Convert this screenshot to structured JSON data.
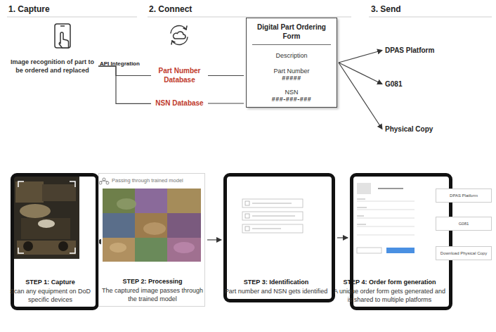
{
  "diagram": {
    "nodes": [
      {
        "text": [
          "Image recognition of part to be ordered and replaced"
        ]
      },
      {
        "text": [
          "Part Number Database"
        ]
      },
      {
        "text": [
          "NSN Database"
        ]
      },
      {
        "text": [
          "Digital Part Ordering Form",
          "Description",
          "Part Number",
          "#####",
          "NSN",
          "###-###-###"
        ]
      },
      {
        "text": [
          "DPAS Platform"
        ]
      },
      {
        "text": [
          "G081"
        ]
      },
      {
        "text": [
          "Physical Copy"
        ]
      },
      {
        "text": [
          "STEP 1: Capture",
          "Scan any equipment on DoD specific devices"
        ]
      },
      {
        "text": [
          "Passing through trained model",
          "STEP 2: Processing",
          "The captured image passes through the trained model"
        ]
      },
      {
        "text": [
          "STEP 3: Identification",
          "Part number and NSN gets identified"
        ]
      },
      {
        "text": [
          "STEP 4: Order form generation",
          "A unique order form gets generated and is shared to multiple platforms"
        ]
      },
      {
        "text": [
          "DPAS Platform"
        ]
      },
      {
        "text": [
          "G081"
        ]
      },
      {
        "text": [
          "Download Physical Copy"
        ]
      }
    ],
    "edges": [
      {
        "from": 0,
        "to": 1,
        "arrow": "none"
      },
      {
        "from": 0,
        "to": 2,
        "arrow": "none"
      },
      {
        "from": 1,
        "to": 3,
        "arrow": "none"
      },
      {
        "from": 2,
        "to": 3,
        "arrow": "none"
      },
      {
        "from": 3,
        "to": 4,
        "arrow": "to"
      },
      {
        "from": 3,
        "to": 5,
        "arrow": "to"
      },
      {
        "from": 3,
        "to": 6,
        "arrow": "to"
      },
      {
        "from": 7,
        "to": 8,
        "arrow": "to"
      },
      {
        "from": 8,
        "to": 9,
        "arrow": "to"
      },
      {
        "from": 9,
        "to": 10,
        "arrow": "to"
      }
    ],
    "labels": [
      "1. Capture",
      "2. Connect",
      "3. Send",
      "API Integration"
    ]
  }
}
